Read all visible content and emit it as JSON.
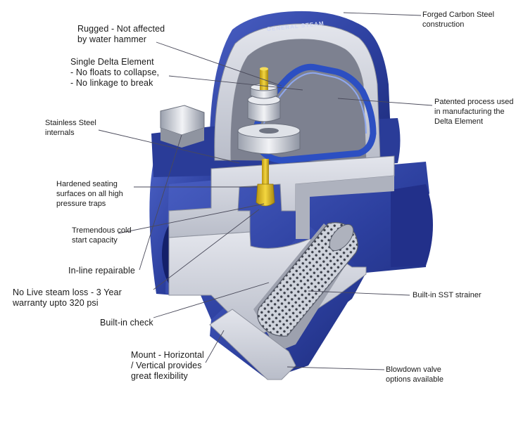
{
  "callouts": {
    "rugged": [
      "Rugged - Not affected",
      "by water hammer"
    ],
    "delta_element": [
      "Single Delta Element",
      "- No floats to collapse,",
      "- No linkage to break"
    ],
    "stainless": [
      "Stainless Steel",
      "internals"
    ],
    "hardened": [
      "Hardened seating",
      "surfaces on all high",
      "pressure traps"
    ],
    "cold_start": [
      "Tremendous cold",
      "start capacity"
    ],
    "inline": [
      "In-line repairable"
    ],
    "no_live_steam": [
      "No Live steam loss - 3 Year",
      "warranty upto 320 psi"
    ],
    "check": [
      "Built-in check"
    ],
    "mount": [
      "Mount - Horizontal",
      "/ Vertical provides",
      "great flexibility"
    ],
    "forged": [
      "Forged Carbon Steel",
      "construction"
    ],
    "patented": [
      "Patented process used",
      "in manufacturing the",
      "Delta Element"
    ],
    "strainer": [
      "Built-in SST strainer"
    ],
    "blowdown": [
      "Blowdown valve",
      "options available"
    ]
  },
  "cap_stamp": "GENERAL STEAM",
  "colors": {
    "body_blue": "#2c3f9e",
    "body_blue_dark": "#1c2a78",
    "body_blue_light": "#4a60c4",
    "cut_gray": "#c9ccd6",
    "cut_gray_light": "#e3e5ec",
    "brass": "#e7c21d",
    "leader": "#4a4a5a"
  }
}
